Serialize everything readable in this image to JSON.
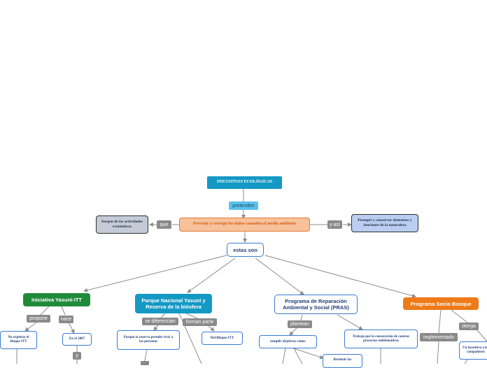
{
  "root": {
    "title": "INICIATIVAS ECOLÓGICAS",
    "color": "#1499c4"
  },
  "link_pretenden": "pretenden",
  "central": {
    "text": "Prevenir y corregir los daños causados al medio ambiente",
    "color": "#f7c29a",
    "border": "#e0793a",
    "text_color": "#d45a17"
  },
  "left_link": "que",
  "left_node": "Surgen de las actividades económicas",
  "right_link": "y así",
  "right_node": "Proteger y conservar elementos y funciones de la naturaleza",
  "estas_son": "estas son",
  "branches": {
    "yasuni_itt": {
      "title": "Iniciativa Yasuní-ITT",
      "color": "#1f8a3a"
    },
    "parque": {
      "title": "Parque Nacional Yasuní y Reserva de la biósfera",
      "color": "#1499c4"
    },
    "pras": {
      "title": "Programa de Reparación Ambiental y Social (PRAS)",
      "color": "#ffffff"
    },
    "socio_bosque": {
      "title": "Programa Socio Bosque",
      "color": "#ee7a18"
    }
  },
  "labels": {
    "propone": "propone",
    "nace": "nace",
    "y": "y",
    "se_diferencian": "se diferencian",
    "forman_parte": "forman parte",
    "plantean": "plantean",
    "implementado": "implementado",
    "otorga": "otorga"
  },
  "leaves": {
    "no_explotar": "No explotar el bloque ITT",
    "en_2007": "En el 2007",
    "porque_reserva": "Porque la reserva permite vivir a las personas",
    "del_bloque": "Del Bloque ITT",
    "cumplir": "cumplir objetivos como:",
    "trabaja": "Trabaja por la consecución de cuatros proyectos emblemáticos",
    "restituir": "Restituir las",
    "un_incentivo": "Un incentivo a los compañeros"
  },
  "colors": {
    "edge": "#8c8c8c",
    "leaf_border": "#3a7ad5",
    "leaf_text": "#1f3f7a",
    "gray_node": "#c5cbd6",
    "blue_node": "#b9cef0"
  }
}
